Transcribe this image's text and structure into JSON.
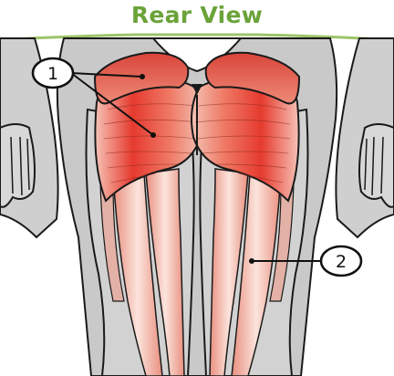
{
  "header": {
    "title": "Rear View"
  },
  "callouts": [
    {
      "number": "1"
    },
    {
      "number": "2"
    }
  ],
  "colors": {
    "title_green": "#6ba33a",
    "frame_green": "#9ec46a",
    "body_gray": "#c8c8c8",
    "outline": "#1a1a1a",
    "muscle_red": "#e23a2f",
    "muscle_pink": "#f2a79a",
    "hamstring_light": "#f7d7cc"
  }
}
